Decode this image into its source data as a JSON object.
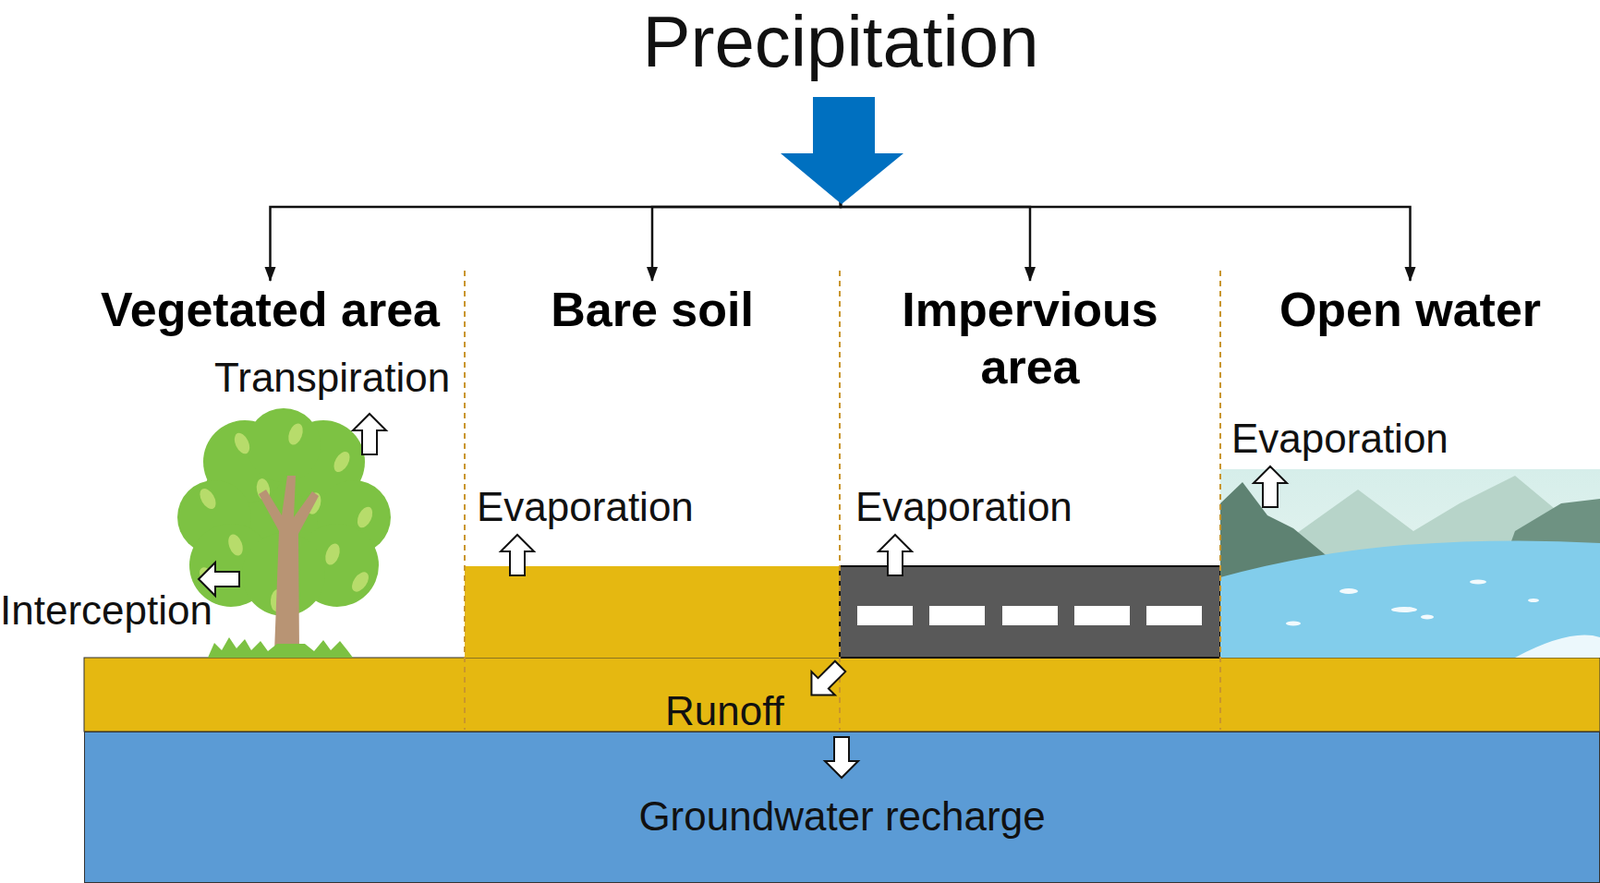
{
  "diagram": {
    "nodes": [
      {
        "text": [
          "Precipitation"
        ]
      },
      {
        "text": [
          "Vegetated area"
        ]
      },
      {
        "text": [
          "Bare soil"
        ]
      },
      {
        "text": [
          "Impervious area"
        ]
      },
      {
        "text": [
          "Open water"
        ]
      },
      {
        "text": [
          "Groundwater recharge"
        ]
      }
    ],
    "edges": [
      {
        "from": 0,
        "to": 1,
        "arrow": "to"
      },
      {
        "from": 0,
        "to": 2,
        "arrow": "to"
      },
      {
        "from": 0,
        "to": 3,
        "arrow": "to"
      },
      {
        "from": 0,
        "to": 4,
        "arrow": "to"
      }
    ],
    "labels": [
      "Transpiration",
      "Interception",
      "Evaporation",
      "Evaporation",
      "Evaporation",
      "Runoff"
    ]
  }
}
